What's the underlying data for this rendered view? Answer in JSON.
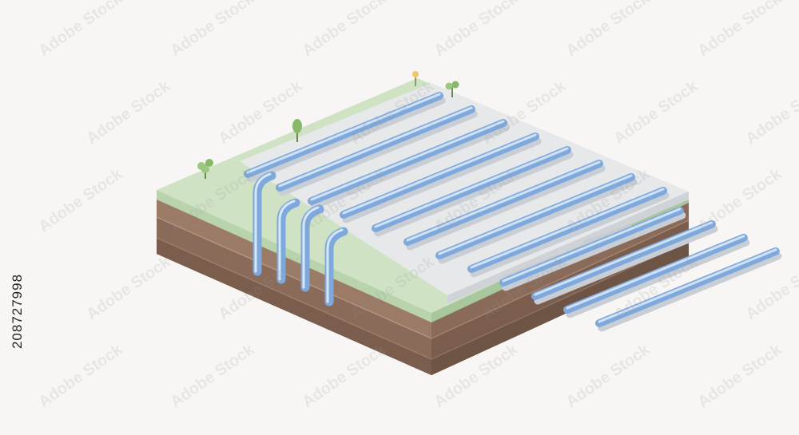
{
  "image": {
    "subject": "isometric soil cross-section with pipes",
    "stock_id": "208727998",
    "watermark_text": "Adobe Stock"
  },
  "colors": {
    "background": "#f7f6f4",
    "grass": "#cfe3c4",
    "concrete": "#e6e8ea",
    "pipe": "#9cc3ec",
    "pipe_light": "#cfe2f6",
    "pipe_dark": "#6f9bd0",
    "soil_top": "#9b7a66",
    "soil_mid": "#8a6a58",
    "soil_deep": "#6d5445"
  }
}
